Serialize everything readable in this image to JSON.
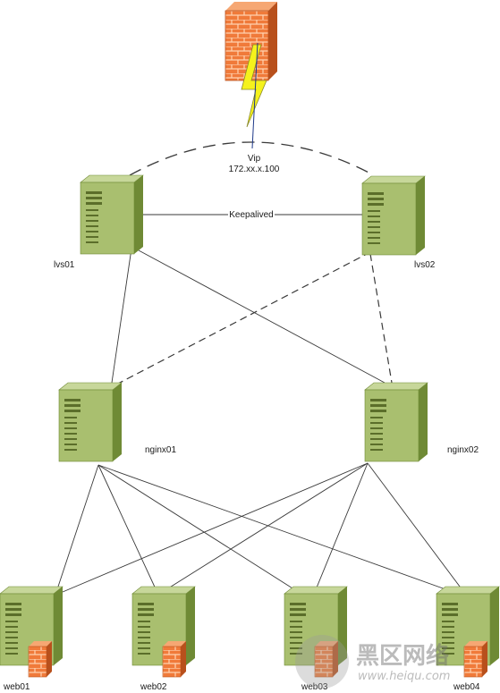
{
  "diagram": {
    "vip": {
      "label": "Vip",
      "address": "172.xx.x.100"
    },
    "link_label": "Keepalived",
    "servers": {
      "lvs01": "lvs01",
      "lvs02": "lvs02",
      "nginx01": "nginx01",
      "nginx02": "nginx02",
      "web01": "web01",
      "web02": "web02",
      "web03": "web03",
      "web04": "web04"
    },
    "colors": {
      "server_front": "#a9bf6f",
      "server_side": "#6f8a35",
      "server_top": "#c7d79a",
      "firewall_brick": "#f07a3a",
      "lightning": "#f5f21c",
      "line": "#3a3a3a"
    }
  },
  "watermark": {
    "text": "黑区网络",
    "url": "www.heiqu.com"
  }
}
